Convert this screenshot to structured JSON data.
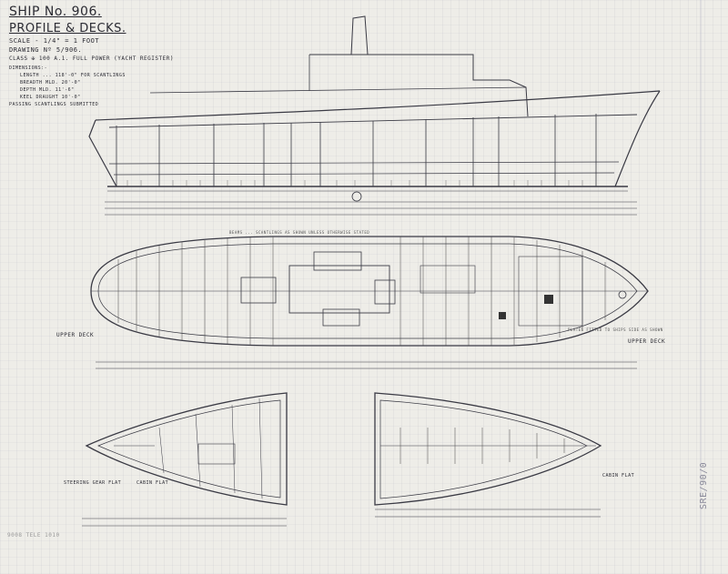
{
  "title": {
    "ship_no": "SHIP No. 906.",
    "subtitle": "PROFILE & DECKS.",
    "scale": "SCALE - 1/4\" = 1 FOOT",
    "drawing_no": "DRAWING Nº 5/906.",
    "class": "CLASS ✠ 100 A.1. FULL POWER (YACHT REGISTER)"
  },
  "dimensions": {
    "heading": "DIMENSIONS:-",
    "length": "LENGTH  ...  118'-0\" FOR SCANTLINGS",
    "breadth": "BREADTH MLD.  20'-0\"",
    "depth": "DEPTH MLD.  11'-6\"",
    "keel": "KEEL DRAUGHT  10'-0\"",
    "note": "PASSING SCANTLINGS SUBMITTED"
  },
  "labels": {
    "upper_deck_left": "UPPER DECK",
    "upper_deck_right": "UPPER DECK",
    "steering_gear_flat": "STEERING GEAR FLAT",
    "cabin_flat_left": "CABIN FLAT",
    "cabin_flat_right": "CABIN FLAT",
    "plan_note": "BEAMS ... SCANTLINGS AS SHOWN UNLESS OTHERWISE STATED",
    "side_note": "PLATES FITTED TO SHIPS SIDE AS SHOWN",
    "archive_ref": "SRE/90/0",
    "bottom_left_note": "9008  TELE  1010"
  },
  "colors": {
    "paper": "#eeede8",
    "ink": "#3a3a44"
  }
}
